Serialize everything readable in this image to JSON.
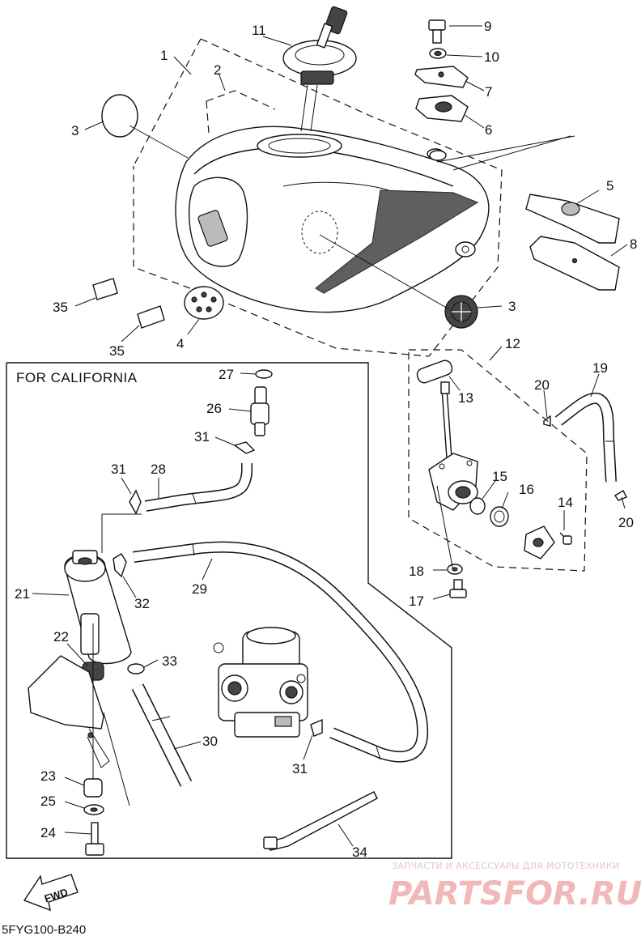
{
  "diagram": {
    "box_title": "FOR CALIFORNIA",
    "drawing_code": "5FYG100-B240",
    "fwd_label": "FWD",
    "watermark": {
      "tagline": "ЗАПЧАСТИ И АКСЕССУАРЫ ДЛЯ МОТОТЕХНИКИ",
      "brand": "PARTSFOR.RU"
    },
    "callouts": {
      "c1": "1",
      "c2": "2",
      "c3a": "3",
      "c3b": "3",
      "c4": "4",
      "c5": "5",
      "c6": "6",
      "c7": "7",
      "c8": "8",
      "c9": "9",
      "c10": "10",
      "c11": "11",
      "c12": "12",
      "c13": "13",
      "c14": "14",
      "c15": "15",
      "c16": "16",
      "c17": "17",
      "c18": "18",
      "c19": "19",
      "c20a": "20",
      "c20b": "20",
      "c21": "21",
      "c22": "22",
      "c23": "23",
      "c24": "24",
      "c25": "25",
      "c26": "26",
      "c27": "27",
      "c28": "28",
      "c29": "29",
      "c30": "30",
      "c31a": "31",
      "c31b": "31",
      "c31c": "31",
      "c32": "32",
      "c33": "33",
      "c34": "34",
      "c35a": "35",
      "c35b": "35"
    }
  }
}
